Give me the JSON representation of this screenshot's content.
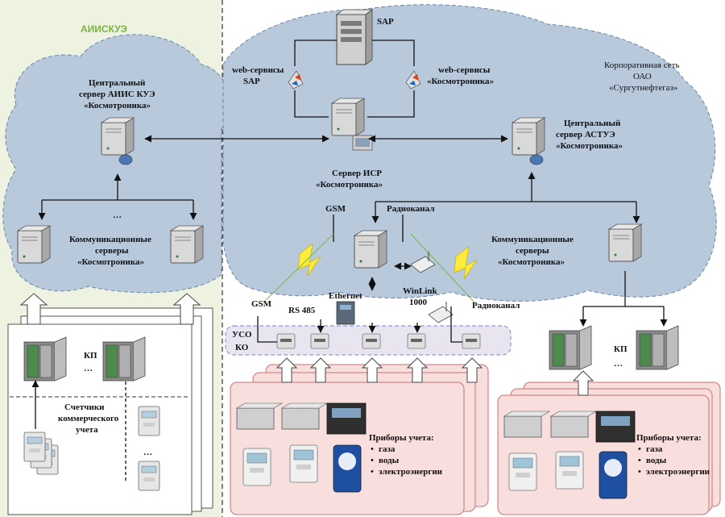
{
  "left_title": "АИИСКУЭ",
  "central_server_aiis": [
    "Центральный",
    "сервер АИИС КУЭ",
    "«Космотроника»"
  ],
  "sap_label": "SAP",
  "web_sap": [
    "web-сервисы",
    "SAP"
  ],
  "web_kosmo": [
    "web-сервисы",
    "«Космотроника»"
  ],
  "corp_network": [
    "Корпоративная сеть",
    "ОАО",
    "«Сургутнефтегаз»"
  ],
  "isr_server": [
    "Сервер ИСР",
    "«Космотроника»"
  ],
  "central_server_astue": [
    "Центральный",
    "сервер АСТУЭ",
    "«Космотроника»"
  ],
  "comm_servers_left": [
    "Коммуникационные",
    "серверы",
    "«Космотроника»"
  ],
  "comm_servers_right": [
    "Коммуникационные",
    "серверы",
    "«Космотроника»"
  ],
  "ellipsis": "…",
  "gsm_top": "GSM",
  "gsm_bottom": "GSM",
  "radio_top": "Радиоканал",
  "radio_bottom": "Радиоканал",
  "rs485": "RS 485",
  "ethernet": "Ethernet",
  "winlink": [
    "WinLink",
    "1000"
  ],
  "uso_ko": [
    "УСО",
    "КО"
  ],
  "kp_left": "КП",
  "kp_right": "КП",
  "meters_commercial": [
    "Счетчики",
    "коммерческого",
    "учета"
  ],
  "devices_center": {
    "title": "Приборы учета:",
    "items": [
      "газа",
      "воды",
      "электроэнергии"
    ]
  },
  "devices_right": {
    "title": "Приборы учета:",
    "items": [
      "газа",
      "воды",
      "электроэнергии"
    ]
  },
  "colors": {
    "cloud_fill": "#b9c9dc",
    "cloud_stroke": "#6b84a8",
    "left_panel": "#eef2e1",
    "pink_fill": "#f9dede",
    "pink_stroke": "#d07070",
    "title_green": "#7cb342"
  }
}
